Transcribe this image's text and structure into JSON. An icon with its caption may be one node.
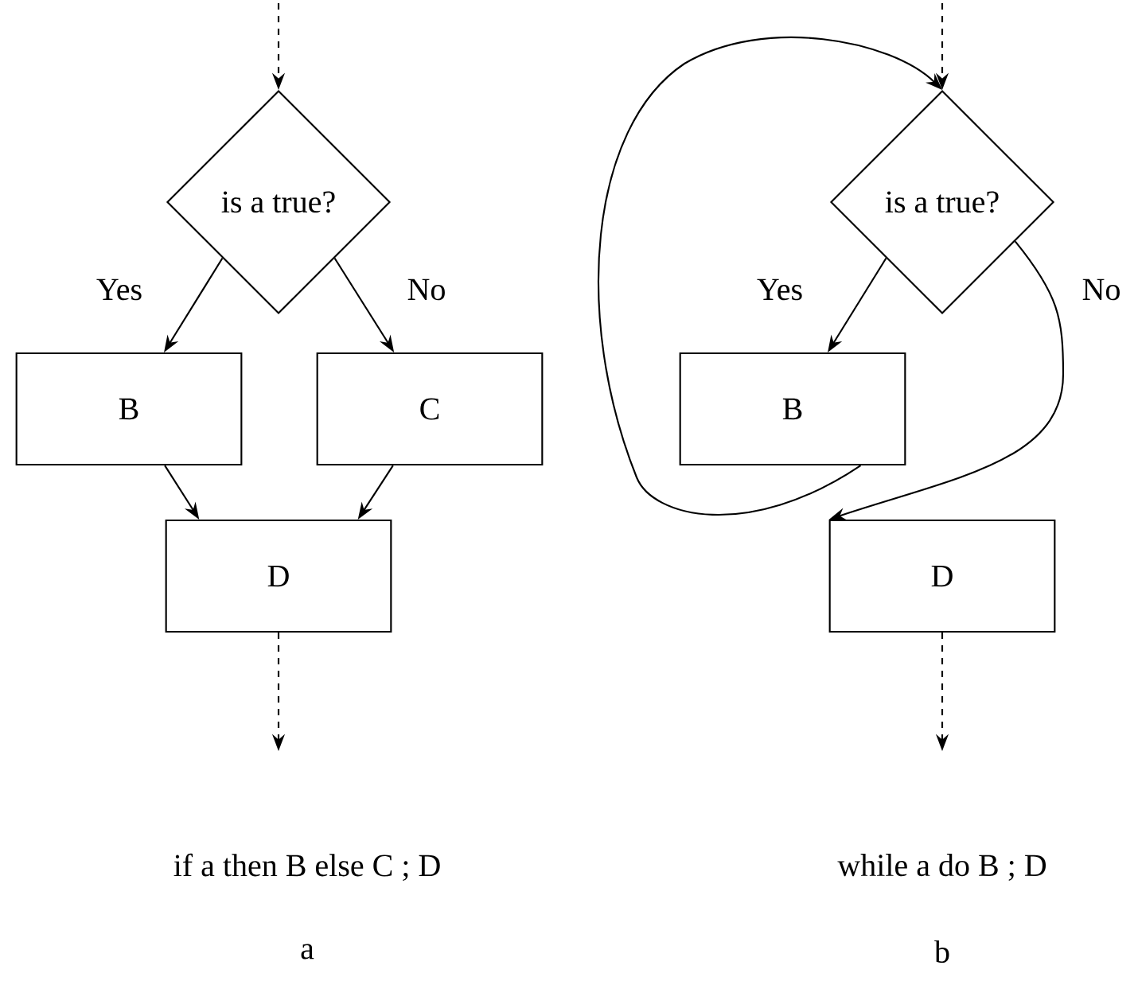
{
  "diagram": {
    "nodes": [
      {
        "text": [
          "is a true?"
        ]
      },
      {
        "text": [
          "B"
        ]
      },
      {
        "text": [
          "C"
        ]
      },
      {
        "text": [
          "D"
        ]
      },
      {
        "text": [
          "is a true?"
        ]
      },
      {
        "text": [
          "B"
        ]
      },
      {
        "text": [
          "D"
        ]
      }
    ],
    "edges": [
      {
        "from": null,
        "to": 0,
        "arrow": "to",
        "style": "dashed"
      },
      {
        "from": 0,
        "to": 1,
        "arrow": "to",
        "label": "Yes"
      },
      {
        "from": 0,
        "to": 2,
        "arrow": "to",
        "label": "No"
      },
      {
        "from": 1,
        "to": 3,
        "arrow": "to"
      },
      {
        "from": 2,
        "to": 3,
        "arrow": "to"
      },
      {
        "from": 3,
        "to": null,
        "arrow": "to",
        "style": "dashed"
      },
      {
        "from": null,
        "to": 4,
        "arrow": "to",
        "style": "dashed"
      },
      {
        "from": 4,
        "to": 5,
        "arrow": "to",
        "label": "Yes"
      },
      {
        "from": 4,
        "to": 6,
        "arrow": "to",
        "label": "No"
      },
      {
        "from": 5,
        "to": 4,
        "arrow": "to"
      },
      {
        "from": 6,
        "to": null,
        "arrow": "to",
        "style": "dashed"
      }
    ],
    "labels": [
      "if a then B else C ; D",
      "a",
      "while a do B ; D",
      "b"
    ]
  }
}
